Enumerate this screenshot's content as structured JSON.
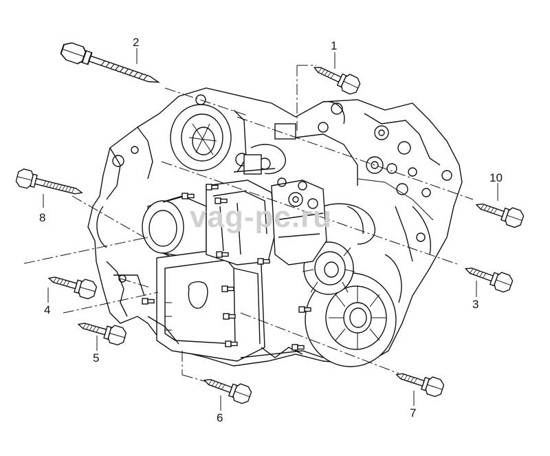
{
  "watermark": "vag-pc.ru",
  "colors": {
    "line": "#111111",
    "watermark": "#d0d0d0",
    "background": "#ffffff"
  },
  "callouts": [
    {
      "id": "1",
      "label": "1"
    },
    {
      "id": "2",
      "label": "2"
    },
    {
      "id": "3",
      "label": "3"
    },
    {
      "id": "4",
      "label": "4"
    },
    {
      "id": "5",
      "label": "5"
    },
    {
      "id": "6",
      "label": "6"
    },
    {
      "id": "7",
      "label": "7"
    },
    {
      "id": "8",
      "label": "8"
    },
    {
      "id": "10",
      "label": "10"
    }
  ]
}
